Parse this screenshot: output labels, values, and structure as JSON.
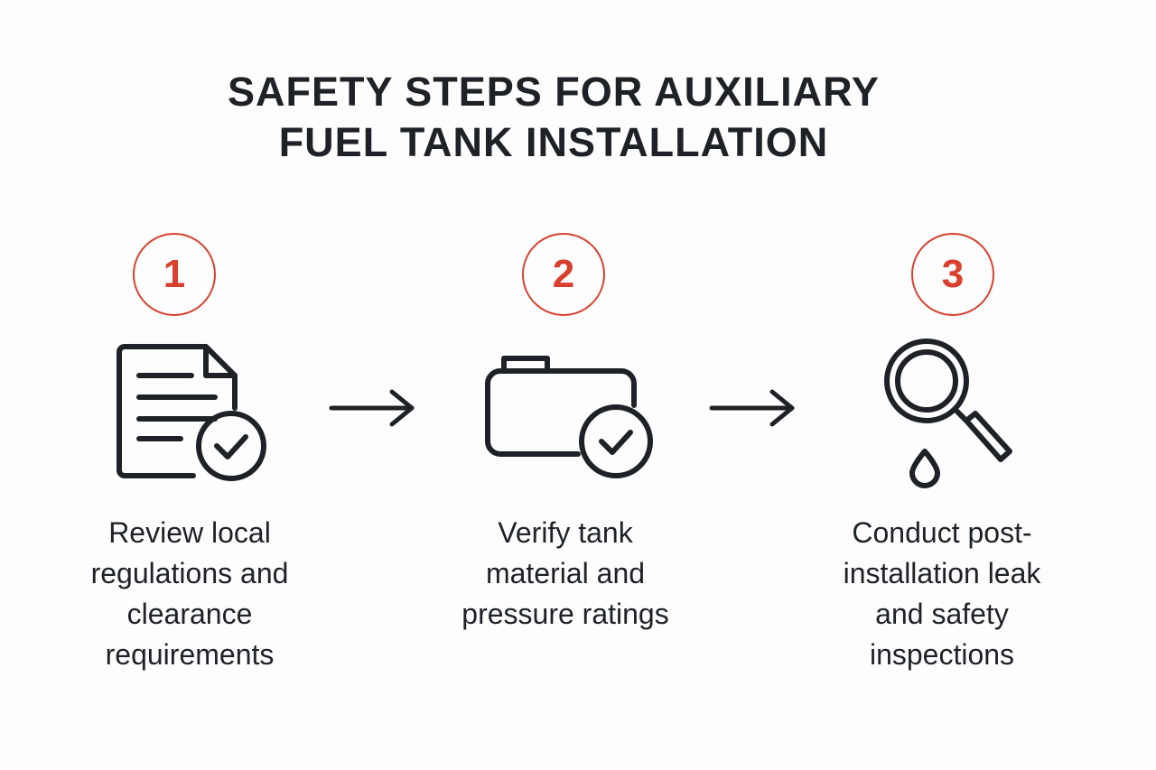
{
  "title": {
    "line1": "SAFETY STEPS FOR AUXILIARY",
    "line2": "FUEL TANK INSTALLATION"
  },
  "colors": {
    "accent": "#d9402e",
    "ink": "#1e2227",
    "background": "#fdfdfd"
  },
  "steps": [
    {
      "number": "1",
      "icon": "document-check-icon",
      "caption": [
        "Review local",
        "regulations and",
        "clearance",
        "requirements"
      ]
    },
    {
      "number": "2",
      "icon": "fuel-tank-check-icon",
      "caption": [
        "Verify tank",
        "material and",
        "pressure ratings"
      ]
    },
    {
      "number": "3",
      "icon": "magnifier-drop-icon",
      "caption": [
        "Conduct post-",
        "installation leak",
        "and safety",
        "inspections"
      ]
    }
  ],
  "arrows": [
    "arrow-right-icon",
    "arrow-right-icon"
  ]
}
